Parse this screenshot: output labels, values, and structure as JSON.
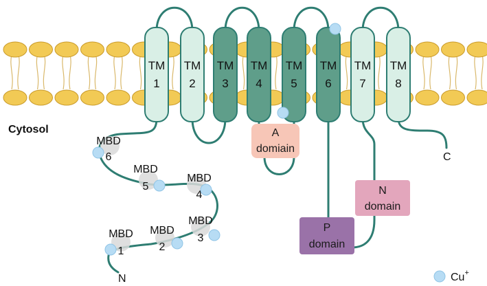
{
  "labels": {
    "cytosol": "Cytosol",
    "n_terminus": "N",
    "c_terminus": "C",
    "legend_ion": "Cu",
    "legend_charge": "+"
  },
  "helices": [
    {
      "name": "TM",
      "number": "1"
    },
    {
      "name": "TM",
      "number": "2"
    },
    {
      "name": "TM",
      "number": "3"
    },
    {
      "name": "TM",
      "number": "4"
    },
    {
      "name": "TM",
      "number": "5"
    },
    {
      "name": "TM",
      "number": "6"
    },
    {
      "name": "TM",
      "number": "7"
    },
    {
      "name": "TM",
      "number": "8"
    }
  ],
  "domains": {
    "a": {
      "line1": "A",
      "line2": "domiain"
    },
    "p": {
      "line1": "P",
      "line2": "domain"
    },
    "n": {
      "line1": "N",
      "line2": "domain"
    }
  },
  "mbds": [
    {
      "name": "MBD",
      "number": "6"
    },
    {
      "name": "MBD",
      "number": "5"
    },
    {
      "name": "MBD",
      "number": "4"
    },
    {
      "name": "MBD",
      "number": "3"
    },
    {
      "name": "MBD",
      "number": "2"
    },
    {
      "name": "MBD",
      "number": "1"
    }
  ],
  "colors": {
    "membrane_head": "#f2ca55",
    "membrane_head_stroke": "#c99a2a",
    "protein_line": "#2e7d72",
    "helix_light": "#d9efe6",
    "helix_dark": "#5f9e8a",
    "a_domain": "#f7c6b7",
    "p_domain": "#9a72a8",
    "n_domain": "#e3a6bc",
    "mbd_blob": "#d9d9d9",
    "copper": "#b7dcf4"
  }
}
